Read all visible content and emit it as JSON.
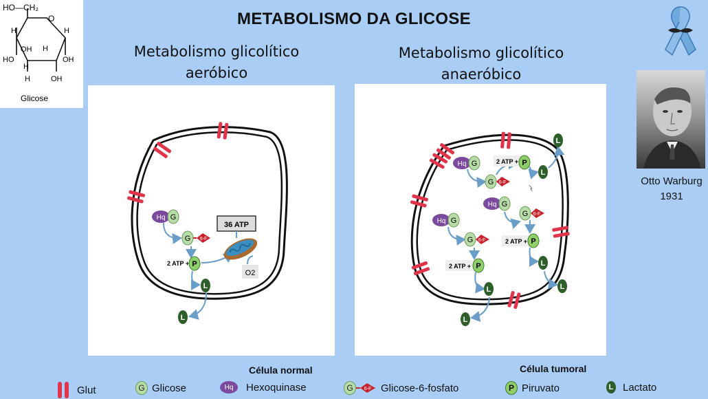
{
  "title": "METABOLISMO DA GLICOSE",
  "glicose": {
    "caption": "Glicose",
    "labels": {
      "ho_ch2": "HO—CH₂",
      "h": "H",
      "oh": "OH",
      "ho": "HO"
    }
  },
  "left": {
    "subtitle_line1": "Metabolismo glicolítico",
    "subtitle_line2": "aeróbico",
    "caption": "Célula normal",
    "atp36": "36 ATP",
    "atp2": "2 ATP +",
    "o2": "O2"
  },
  "right": {
    "subtitle_line1": "Metabolismo glicolítico",
    "subtitle_line2": "anaeróbico",
    "caption": "Célula tumoral",
    "atp2": "2 ATP +"
  },
  "symbols": {
    "hq": "Hq",
    "g": "G",
    "g6f": "6-F",
    "p": "P",
    "l": "L"
  },
  "warburg": {
    "name": "Otto Warburg",
    "year": "1931"
  },
  "legend": {
    "glut": "Glut",
    "glicose": "Glicose",
    "hexoquinase": "Hexoquinase",
    "g6f": "Glicose-6-fosfato",
    "piruvato": "Piruvato",
    "lactato": "Lactato"
  },
  "colors": {
    "background": "#a9cdf5",
    "glut": "#e0344a",
    "hq": "#7b4a9e",
    "glicose": "#b8dca8",
    "piruvato": "#8fcf6a",
    "lactato": "#2e5e2a",
    "g6f": "#c8232c",
    "mito": "#3a8fc0"
  }
}
